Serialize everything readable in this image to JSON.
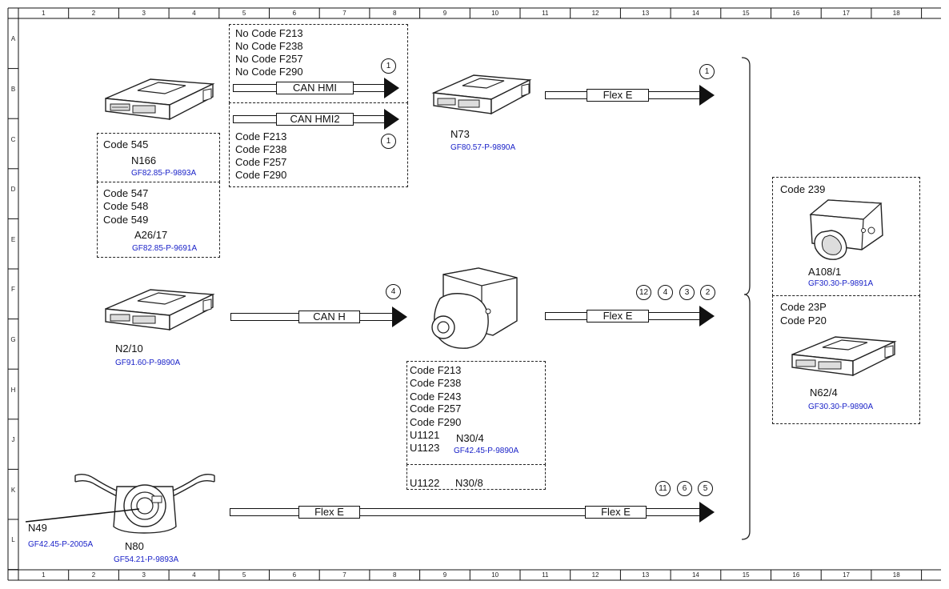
{
  "grid": {
    "columns": [
      "1",
      "2",
      "3",
      "4",
      "5",
      "6",
      "7",
      "8",
      "9",
      "10",
      "11",
      "12",
      "13",
      "14",
      "15",
      "16",
      "17",
      "18"
    ],
    "rows": [
      "A",
      "B",
      "C",
      "D",
      "E",
      "F",
      "G",
      "H",
      "J",
      "K",
      "L"
    ]
  },
  "boxes": {
    "no_code": [
      "No Code F213",
      "No Code F238",
      "No Code F257",
      "No Code F290"
    ],
    "code_hmi2": [
      "Code F213",
      "Code F238",
      "Code F257",
      "Code F290"
    ],
    "code_545": "Code 545",
    "code_547_549": [
      "Code 547",
      "Code 548",
      "Code 549"
    ],
    "n30_codes": [
      "Code F213",
      "Code F238",
      "Code F243",
      "Code F257",
      "Code F290",
      "U1121",
      "U1123"
    ],
    "n30_8_code": "U1122",
    "code_239": "Code 239",
    "code_23p_p20": [
      "Code 23P",
      "Code P20"
    ]
  },
  "components": {
    "n166": {
      "name": "N166",
      "ref": "GF82.85-P-9893A"
    },
    "a26_17": {
      "name": "A26/17",
      "ref": "GF82.85-P-9691A"
    },
    "n73": {
      "name": "N73",
      "ref": "GF80.57-P-9890A"
    },
    "n2_10": {
      "name": "N2/10",
      "ref": "GF91.60-P-9890A"
    },
    "n30_4": {
      "name": "N30/4",
      "ref": "GF42.45-P-9890A"
    },
    "n30_8": {
      "name": "N30/8"
    },
    "n49": {
      "name": "N49",
      "ref": "GF42.45-P-2005A"
    },
    "n80": {
      "name": "N80",
      "ref": "GF54.21-P-9893A"
    },
    "a108_1": {
      "name": "A108/1",
      "ref": "GF30.30-P-9891A"
    },
    "n62_4": {
      "name": "N62/4",
      "ref": "GF30.30-P-9890A"
    }
  },
  "buses": {
    "can_hmi": "CAN HMI",
    "can_hmi2": "CAN HMI2",
    "flex_e_top": "Flex E",
    "can_h": "CAN H",
    "flex_e_mid": "Flex E",
    "flex_e_bottom_1": "Flex E",
    "flex_e_bottom_2": "Flex E"
  },
  "markers": {
    "hmi": "1",
    "hmi2": "1",
    "top_right": "1",
    "can_h": "4",
    "mid": [
      "12",
      "4",
      "3",
      "2"
    ],
    "bottom": [
      "11",
      "6",
      "5"
    ]
  }
}
